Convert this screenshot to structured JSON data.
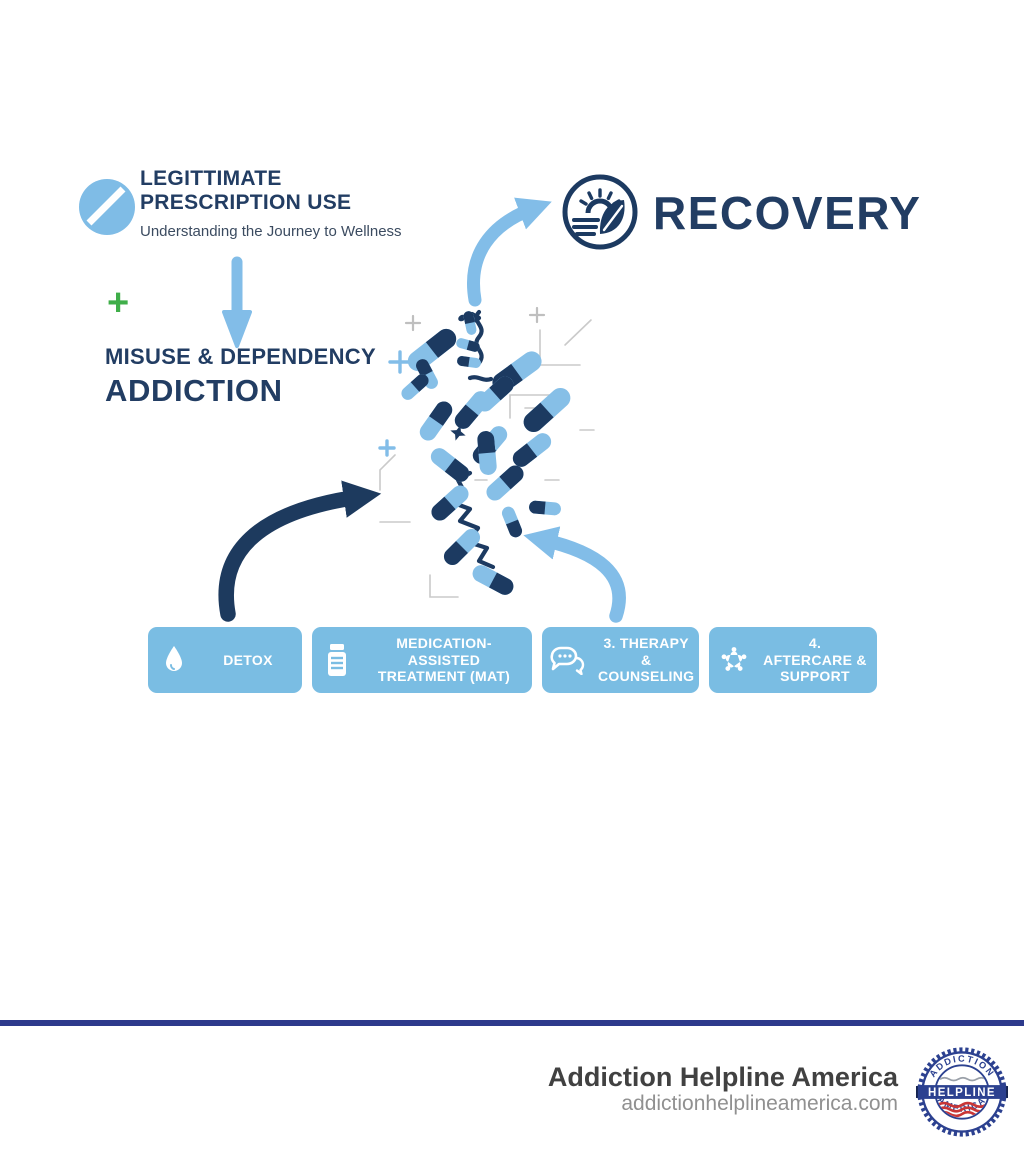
{
  "stage1": {
    "icon": "pill-tablet-icon",
    "title_line1": "LEGITTIMATE",
    "title_line2": "PRESCRIPTION USE",
    "subtitle": "Understanding the Journey to Wellness"
  },
  "stage2": {
    "plus_symbol": "+",
    "arrow_icon": "arrow-down-icon",
    "line1": "MISUSE & DEPENDENCY",
    "line2": "ADDICTION"
  },
  "recovery": {
    "icon": "sunrise-leaf-icon",
    "label": "RECOVERY"
  },
  "treatment_steps": [
    {
      "icon": "droplet-icon",
      "label": "DETOX"
    },
    {
      "icon": "pill-bottle-icon",
      "label": "MEDICATION-ASSISTED TREATMENT (MAT)"
    },
    {
      "icon": "chat-bubbles-icon",
      "label": "3. THERAPY & COUNSELING"
    },
    {
      "icon": "people-circle-icon",
      "label": "4. AFTERCARE & SUPPORT"
    }
  ],
  "footer": {
    "brand": "Addiction Helpline America",
    "website": "addictionhelplineamerica.com",
    "badge": {
      "top": "ADDICTION",
      "center": "HELPLINE",
      "bottom": "AMERICA"
    }
  },
  "colors": {
    "light_blue": "#82bde8",
    "box_blue": "#7abde3",
    "pill_light": "#86bfe7",
    "navy": "#1c3a61",
    "heading_navy": "#223d63",
    "green_plus": "#3fae49",
    "divider_blue": "#2d3a8c",
    "badge_blue": "#2c4190",
    "badge_red": "#c93636",
    "footer_gray": "#909090"
  }
}
